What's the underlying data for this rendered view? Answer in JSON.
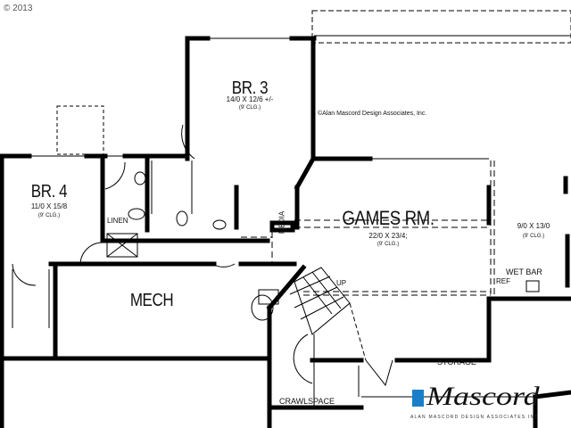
{
  "copyright_year": "© 2013",
  "designer_credit": "©Alan Mascord Design Associates, Inc.",
  "rooms": {
    "br3": {
      "name": "BR. 3",
      "size": "14/0 X 12/6 +/-",
      "ceiling": "(9' CLG.)"
    },
    "br4": {
      "name": "BR. 4",
      "size": "11/0 X 15/8",
      "ceiling": "(9' CLG.)"
    },
    "games": {
      "name": "GAMES RM.",
      "size": "22/0 X 23/4;",
      "ceiling": "(9' CLG.)"
    },
    "side": {
      "size": "9/0 X 13/0",
      "ceiling": "(9' CLG.)"
    },
    "linen": "LINEN",
    "media": "MEDIA",
    "mech": "MECH",
    "wet_bar": "WET BAR",
    "ref": "REF",
    "up": "UP",
    "storage": "STORAGE",
    "crawlspace": "CRAWLSPACE"
  },
  "logo": {
    "script": "Mascord",
    "tagline": "ALAN MASCORD DESIGN ASSOCIATES INC",
    "accent_color": "#1a7fc8"
  }
}
